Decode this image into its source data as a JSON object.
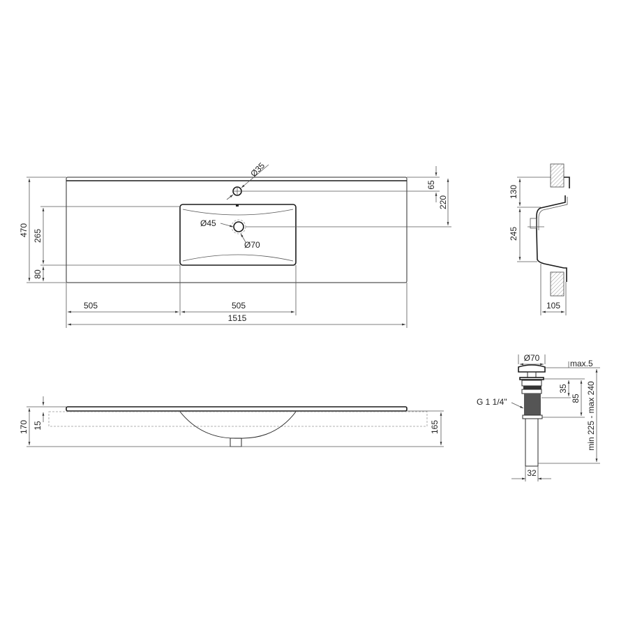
{
  "top_view": {
    "dims": {
      "overall_depth": "470",
      "bowl_length": "265",
      "front_edge": "80",
      "left_deck": "505",
      "bowl_width": "505",
      "overall_width": "1515",
      "tap_offset": "65",
      "drain_offset": "220"
    },
    "callouts": {
      "tap_hole": "Ø35",
      "drain_hole": "Ø45",
      "drain_recess": "Ø70"
    }
  },
  "section_view": {
    "dims": {
      "upper": "130",
      "middle": "245",
      "depth": "105"
    }
  },
  "side_view": {
    "dims": {
      "total_height": "170",
      "slab_thickness": "15",
      "bowl_depth": "165"
    }
  },
  "drain": {
    "dims": {
      "cap_diameter": "Ø70",
      "cap_rise": "max.5",
      "collar": "35",
      "thread_length": "85",
      "total_length": "min 225 - max 240",
      "pipe_diameter": "32"
    },
    "thread_label": "G 1 1/4\""
  },
  "colors": {
    "line": "#2a2a2a",
    "hatch": "#999999"
  }
}
